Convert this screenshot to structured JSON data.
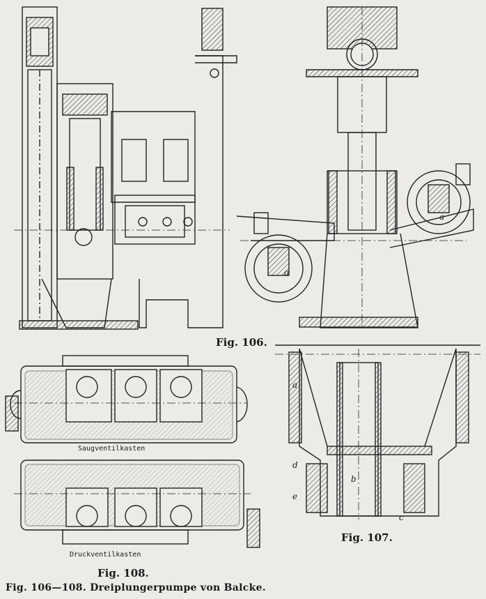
{
  "figures": {
    "fig106": "Fig. 106.",
    "fig107": "Fig. 107.",
    "fig108": "Fig. 108."
  },
  "labels": {
    "saug": "Saugventilkasten",
    "druck": "Druckventilkasten",
    "letter_a1": "a",
    "letter_a2": "a",
    "letter_b107": "b",
    "letter_c107": "c",
    "letter_d107": "d",
    "letter_e107": "e",
    "letter_a107": "a"
  },
  "caption": "Fig. 106—108.   Dreiplungerpumpe von Balcke."
}
